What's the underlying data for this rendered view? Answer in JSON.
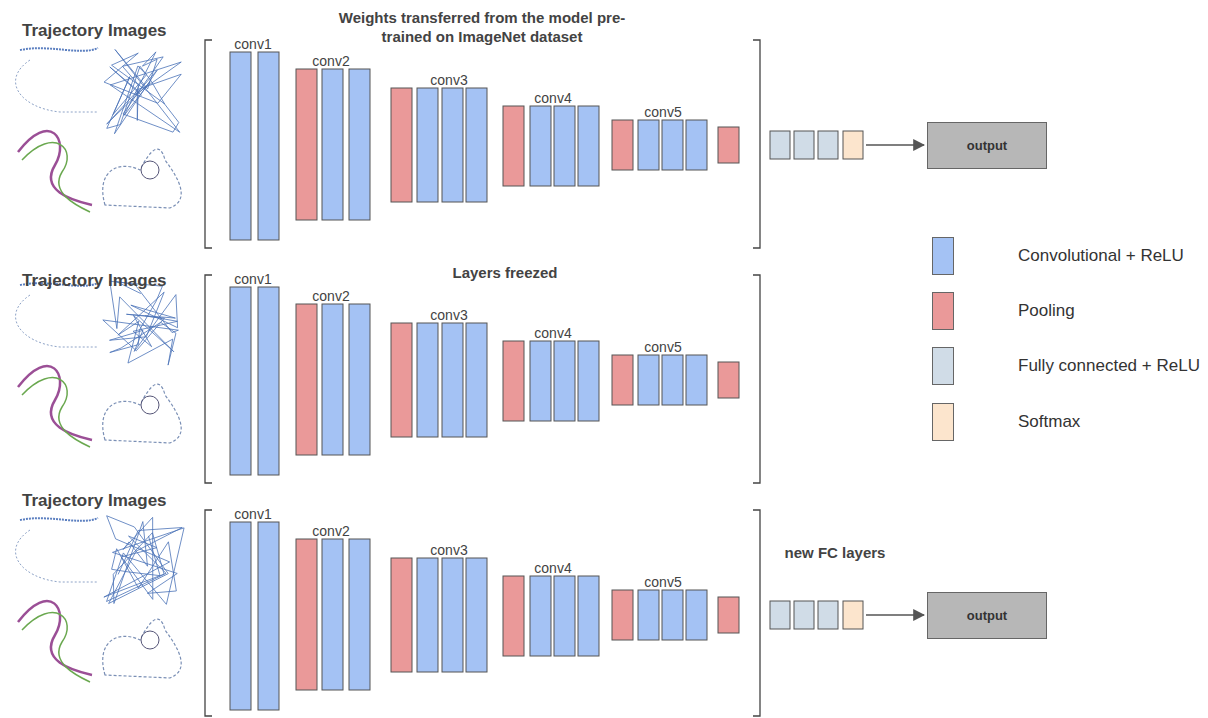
{
  "diagram": {
    "nodes": [
      {
        "text": [
          "output"
        ]
      },
      {
        "text": [
          "output"
        ]
      }
    ],
    "labels": [
      "Trajectory Images",
      "Weights transferred from the model pre-trained on ImageNet dataset",
      "conv1",
      "conv2",
      "conv3",
      "conv4",
      "conv5",
      "Trajectory Images",
      "Layers freezed",
      "conv1",
      "conv2",
      "conv3",
      "conv4",
      "conv5",
      "Trajectory Images",
      "conv1",
      "conv2",
      "conv3",
      "conv4",
      "conv5",
      "new FC layers"
    ],
    "legend": [
      {
        "text": "Convolutional + ReLU",
        "color": "#a4c2f4"
      },
      {
        "text": "Pooling",
        "color": "#ea9999"
      },
      {
        "text": "Fully connected + ReLU",
        "color": "#d0dce7"
      },
      {
        "text": "Softmax",
        "color": "#fce5cd"
      }
    ]
  }
}
